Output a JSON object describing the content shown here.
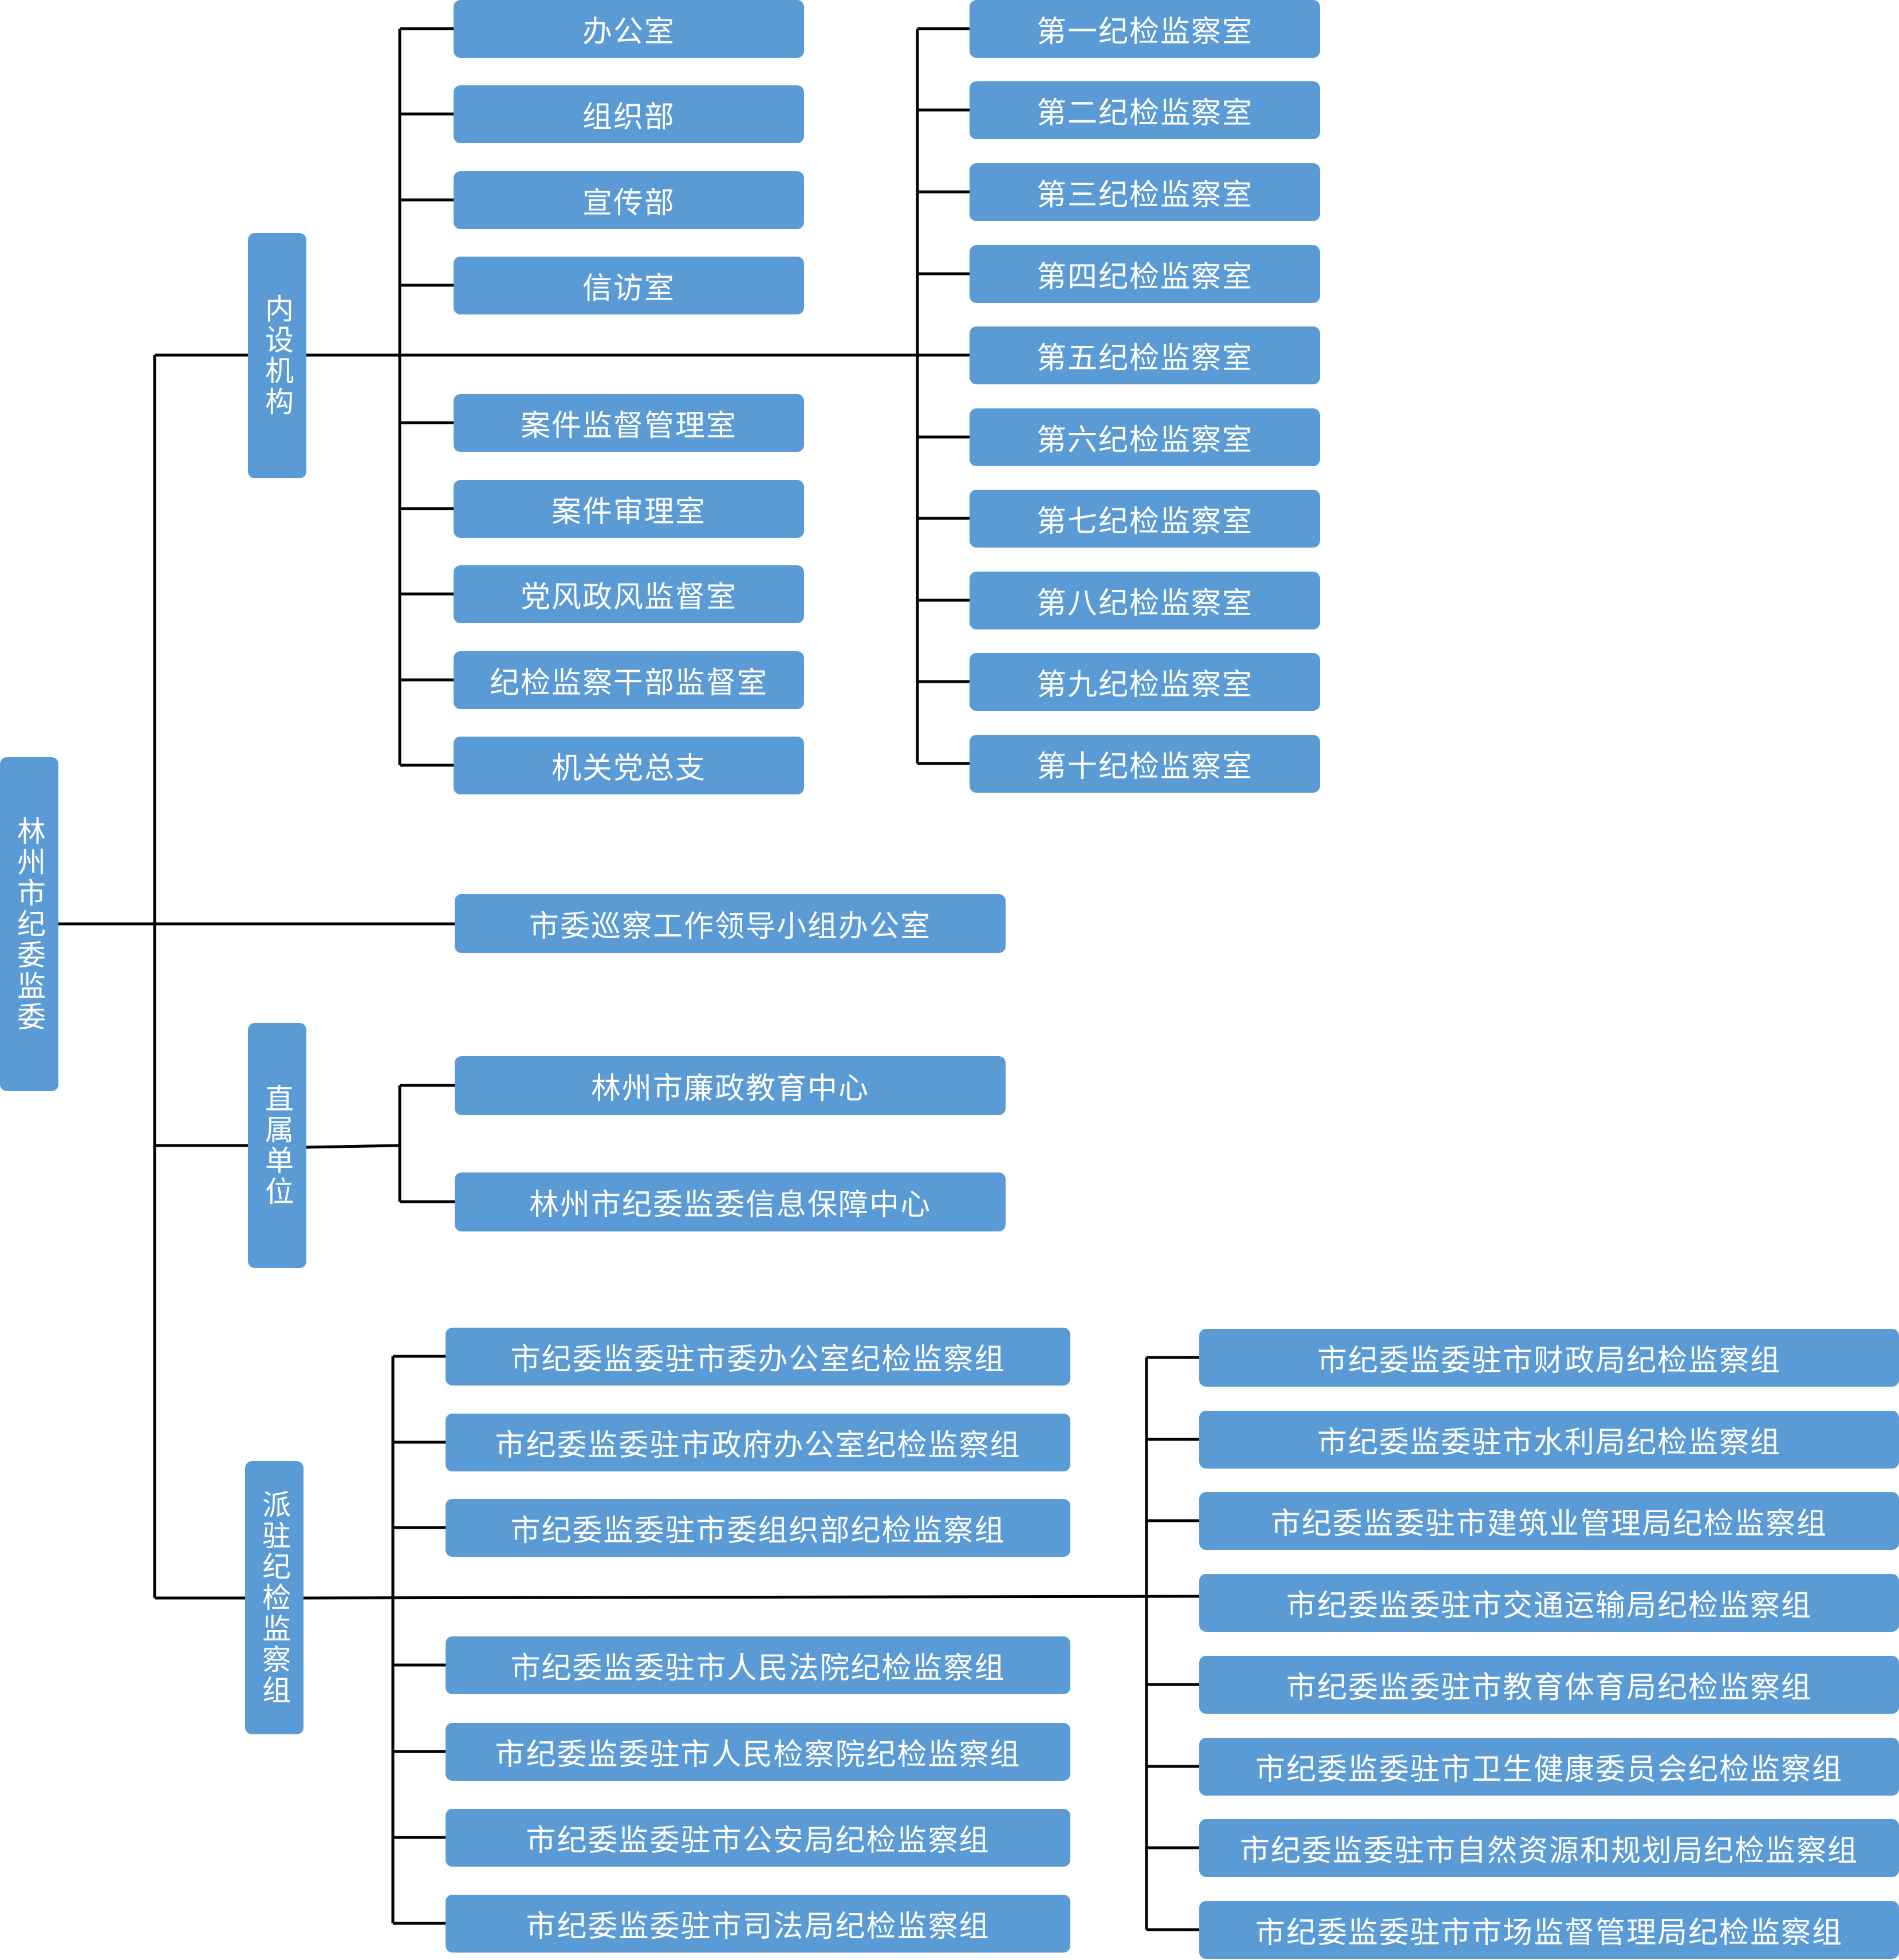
{
  "colors": {
    "box": "#5b9bd5",
    "text": "#ffffff",
    "line": "#000000"
  },
  "root": "林州市纪委监委",
  "categories": {
    "neishe": "内设机构",
    "zhishu": "直属单位",
    "paizhu": "派驻纪检监察组"
  },
  "xunshi": "市委巡察工作领导小组办公室",
  "neishe_left": [
    "办公室",
    "组织部",
    "宣传部",
    "信访室",
    "案件监督管理室",
    "案件审理室",
    "党风政风监督室",
    "纪检监察干部监督室",
    "机关党总支"
  ],
  "neishe_right": [
    "第一纪检监察室",
    "第二纪检监察室",
    "第三纪检监察室",
    "第四纪检监察室",
    "第五纪检监察室",
    "第六纪检监察室",
    "第七纪检监察室",
    "第八纪检监察室",
    "第九纪检监察室",
    "第十纪检监察室"
  ],
  "zhishu_items": [
    "林州市廉政教育中心",
    "林州市纪委监委信息保障中心"
  ],
  "paizhu_left": [
    "市纪委监委驻市委办公室纪检监察组",
    "市纪委监委驻市政府办公室纪检监察组",
    "市纪委监委驻市委组织部纪检监察组",
    "市纪委监委驻市人民法院纪检监察组",
    "市纪委监委驻市人民检察院纪检监察组",
    "市纪委监委驻市公安局纪检监察组",
    "市纪委监委驻市司法局纪检监察组"
  ],
  "paizhu_right": [
    "市纪委监委驻市财政局纪检监察组",
    "市纪委监委驻市水利局纪检监察组",
    "市纪委监委驻市建筑业管理局纪检监察组",
    "市纪委监委驻市交通运输局纪检监察组",
    "市纪委监委驻市教育体育局纪检监察组",
    "市纪委监委驻市卫生健康委员会纪检监察组",
    "市纪委监委驻市自然资源和规划局纪检监察组",
    "市纪委监委驻市市场监督管理局纪检监察组"
  ]
}
